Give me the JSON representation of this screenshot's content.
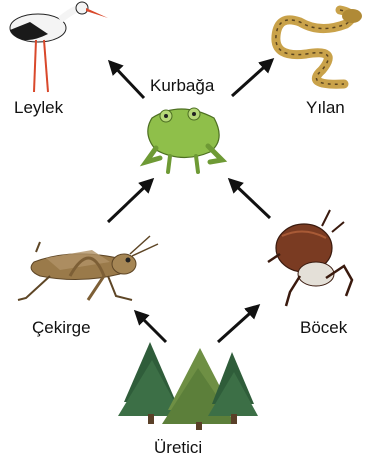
{
  "food_web": {
    "nodes": {
      "leylek": {
        "label": "Leylek",
        "icon": "stork-icon"
      },
      "yilan": {
        "label": "Yılan",
        "icon": "snake-icon"
      },
      "kurbaga": {
        "label": "Kurbağa",
        "icon": "frog-icon"
      },
      "cekirge": {
        "label": "Çekirge",
        "icon": "grasshopper-icon"
      },
      "bocek": {
        "label": "Böcek",
        "icon": "beetle-icon"
      },
      "uretici": {
        "label": "Üretici",
        "icon": "trees-icon"
      }
    },
    "arrows": [
      {
        "from": "uretici",
        "to": "cekirge"
      },
      {
        "from": "uretici",
        "to": "bocek"
      },
      {
        "from": "cekirge",
        "to": "kurbaga"
      },
      {
        "from": "bocek",
        "to": "kurbaga"
      },
      {
        "from": "kurbaga",
        "to": "leylek"
      },
      {
        "from": "kurbaga",
        "to": "yilan"
      }
    ],
    "colors": {
      "arrow": "#111111",
      "text": "#111111",
      "frog": "#8fbf4a",
      "trees": "#2f5d3a",
      "beetle": "#7a3b22",
      "grasshopper": "#9a7a4a",
      "snake": "#c9a24a"
    }
  }
}
